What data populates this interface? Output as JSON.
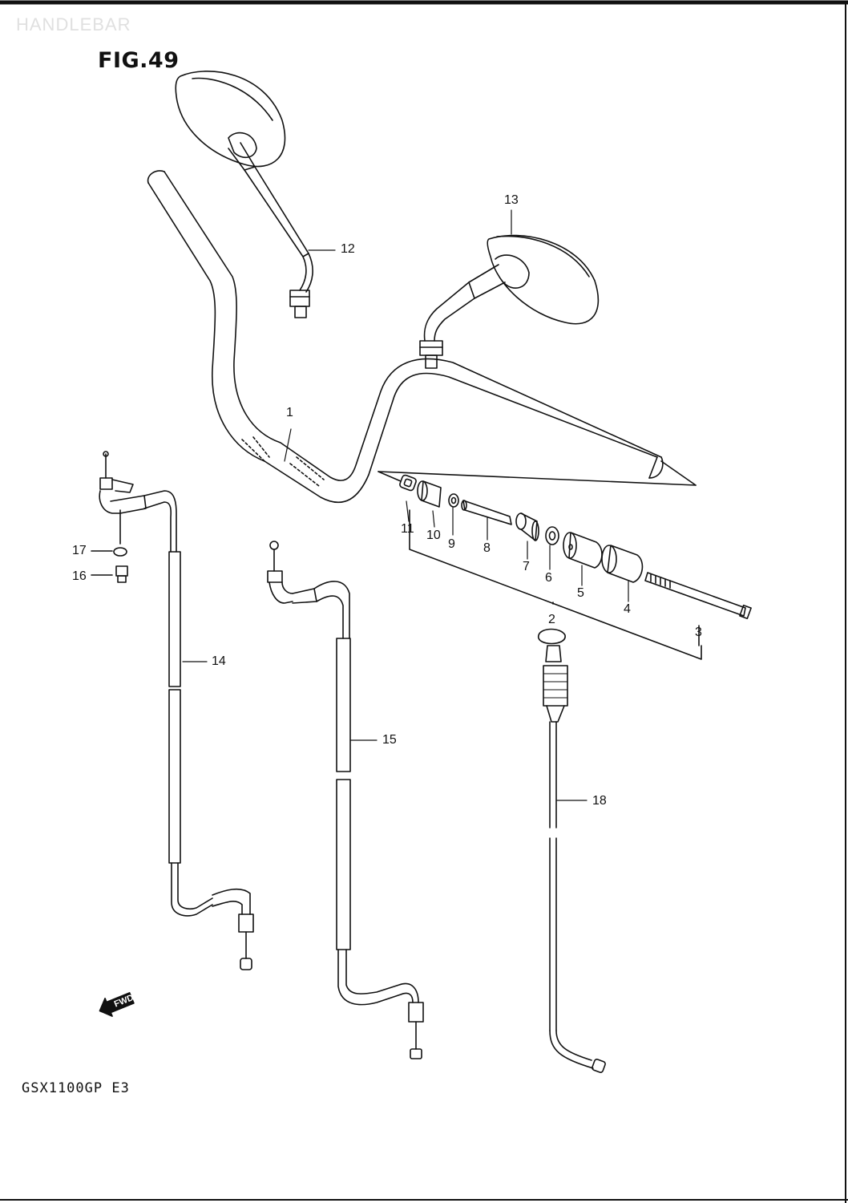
{
  "header": "HANDLEBAR",
  "figure_title": "FIG.49",
  "model_code": "GSX1100GP  E3",
  "fwd_label": "FWD",
  "callouts": [
    "1",
    "2",
    "3",
    "4",
    "5",
    "6",
    "7",
    "8",
    "9",
    "10",
    "11",
    "12",
    "13",
    "14",
    "15",
    "16",
    "17",
    "18"
  ],
  "colors": {
    "line": "#111111",
    "paper": "#ffffff",
    "header_text": "#e0e0e0"
  }
}
